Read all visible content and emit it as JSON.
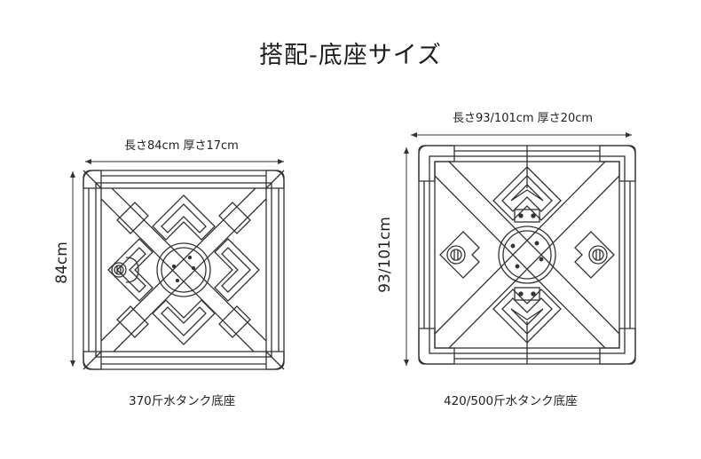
{
  "title": "搭配-底座サイズ",
  "bases": [
    {
      "dimension_label": "長さ84cm 厚さ17cm",
      "height_label": "84cm",
      "caption": "370斤水タンク底座"
    },
    {
      "dimension_label": "長さ93/101cm 厚さ20cm",
      "height_label": "93/101cm",
      "caption": "420/500斤水タンク底座"
    }
  ],
  "colors": {
    "line": "#333333",
    "text": "#222222",
    "background": "#ffffff"
  }
}
